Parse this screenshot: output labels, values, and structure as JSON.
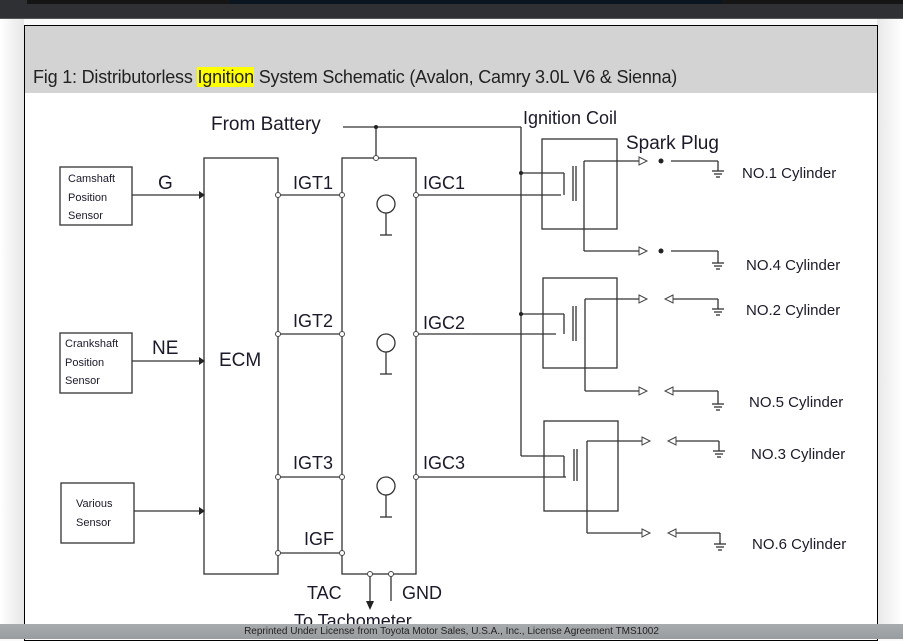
{
  "figure": {
    "caption_prefix": "Fig 1: Distributorless ",
    "caption_highlight": "Ignition",
    "caption_suffix": " System Schematic (Avalon, Camry 3.0L V6 & Sienna)",
    "highlight_color": "#ffff00"
  },
  "schematic": {
    "from_battery": "From Battery",
    "ignition_coil": "Ignition Coil",
    "spark_plug": "Spark Plug",
    "ecm": "ECM",
    "sensors": [
      {
        "lines": [
          "Camshaft",
          "Position",
          "Sensor"
        ],
        "signal": "G"
      },
      {
        "lines": [
          "Crankshaft",
          "Position",
          "Sensor"
        ],
        "signal": "NE"
      },
      {
        "lines": [
          "Various",
          "Sensor"
        ],
        "signal": ""
      }
    ],
    "igt": [
      "IGT1",
      "IGT2",
      "IGT3"
    ],
    "igc": [
      "IGC1",
      "IGC2",
      "IGC3"
    ],
    "igf": "IGF",
    "tac": "TAC",
    "gnd": "GND",
    "to_tachometer": "To Tachometer",
    "cylinders": [
      "NO.1 Cylinder",
      "NO.4 Cylinder",
      "NO.2 Cylinder",
      "NO.5 Cylinder",
      "NO.3 Cylinder",
      "NO.6 Cylinder"
    ]
  },
  "footer": {
    "license": "Reprinted Under License from Toyota Motor Sales, U.S.A., Inc., License Agreement TMS1002"
  }
}
